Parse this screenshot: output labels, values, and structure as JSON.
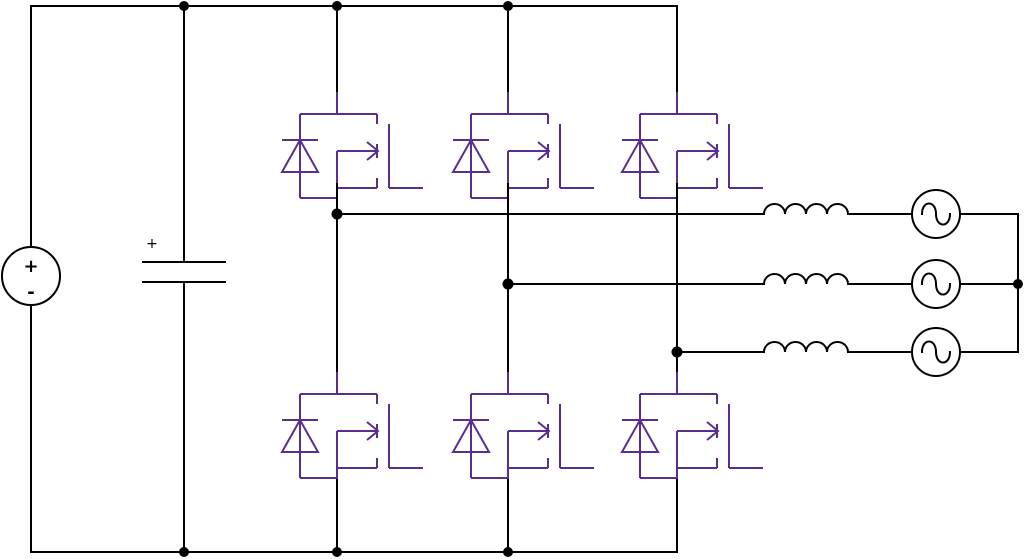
{
  "diagram": {
    "dc_source": {
      "plus_symbol": "+",
      "minus_symbol": "-"
    },
    "capacitor": {
      "polarity_label": "+"
    },
    "switches": [
      {
        "position": "upper",
        "leg": 1
      },
      {
        "position": "upper",
        "leg": 2
      },
      {
        "position": "upper",
        "leg": 3
      },
      {
        "position": "lower",
        "leg": 1
      },
      {
        "position": "lower",
        "leg": 2
      },
      {
        "position": "lower",
        "leg": 3
      }
    ],
    "phases": [
      {
        "leg": 1,
        "components": [
          "inductor",
          "ac-source"
        ]
      },
      {
        "leg": 2,
        "components": [
          "inductor",
          "ac-source"
        ]
      },
      {
        "leg": 3,
        "components": [
          "inductor",
          "ac-source"
        ]
      }
    ],
    "colors": {
      "wire": "#000000",
      "switch": "#5a2d91",
      "background": "#ffffff"
    }
  }
}
